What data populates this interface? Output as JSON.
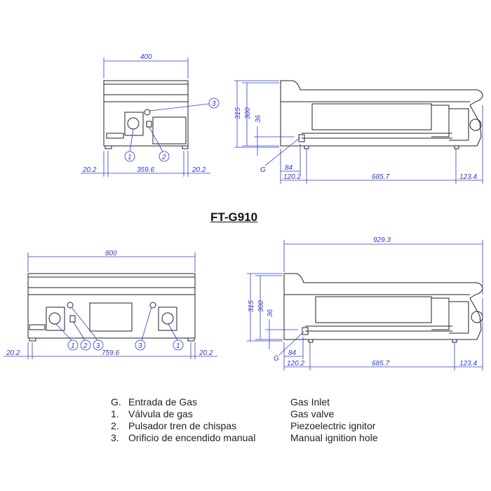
{
  "title": "FT-G910",
  "top_front": {
    "width": "400",
    "left": "20.2",
    "middle": "359.6",
    "right": "20.2",
    "callouts": [
      "1",
      "2",
      "3"
    ]
  },
  "top_side": {
    "h1": "315",
    "h2": "300",
    "h3": "36",
    "inlet": "G",
    "d84": "84",
    "d120": "120.2",
    "d685": "685.7",
    "d123": "123.4"
  },
  "bottom_front": {
    "width": "800",
    "left": "20.2",
    "middle": "759.6",
    "right": "20.2",
    "callouts": [
      "1",
      "2",
      "3",
      "3",
      "1"
    ]
  },
  "bottom_side": {
    "length": "929.3",
    "h1": "315",
    "h2": "300",
    "h3": "36",
    "inlet": "G",
    "d84": "84",
    "d120": "120.2",
    "d685": "685.7",
    "d123": "123.4"
  },
  "legend": [
    {
      "key": "G.",
      "es": "Entrada de Gas",
      "en": "Gas Inlet"
    },
    {
      "key": "1.",
      "es": "Válvula de gas",
      "en": "Gas valve"
    },
    {
      "key": "2.",
      "es": "Pulsador tren de chispas",
      "en": "Piezoelectric ignitor"
    },
    {
      "key": "3.",
      "es": "Orificio de encendido manual",
      "en": "Manual ignition hole"
    }
  ]
}
